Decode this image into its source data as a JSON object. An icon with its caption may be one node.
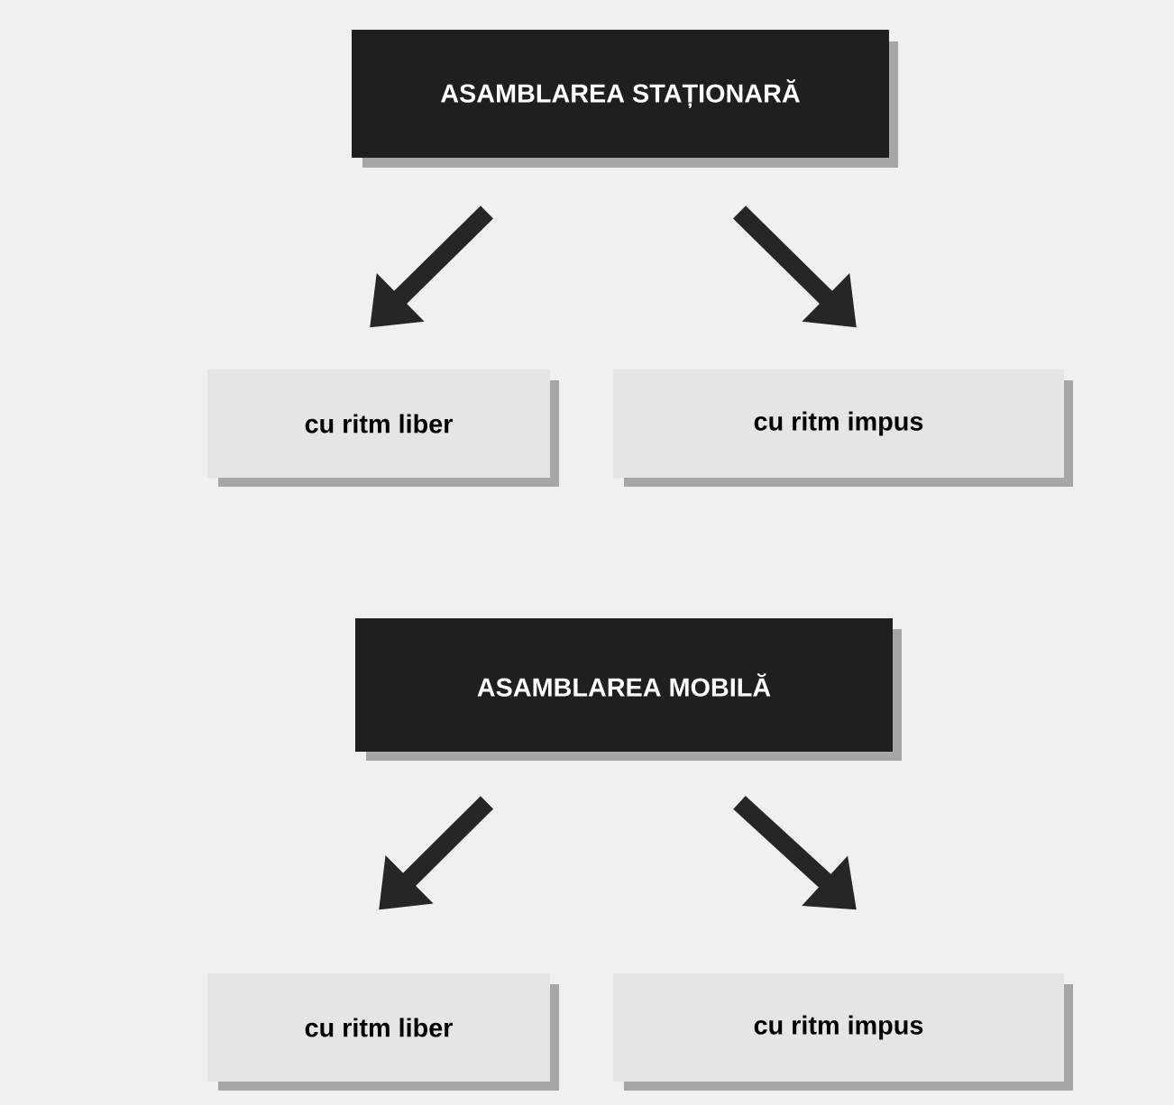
{
  "diagram": {
    "nodes": [
      {
        "text": [
          "ASAMBLAREA STAȚIONARĂ"
        ]
      },
      {
        "text": [
          "cu ritm liber"
        ]
      },
      {
        "text": [
          "cu ritm impus"
        ]
      },
      {
        "text": [
          "ASAMBLAREA MOBILĂ"
        ]
      },
      {
        "text": [
          "cu ritm liber"
        ]
      },
      {
        "text": [
          "cu ritm impus"
        ]
      }
    ],
    "edges": [
      {
        "from": 0,
        "to": 1,
        "arrow": "to"
      },
      {
        "from": 0,
        "to": 2,
        "arrow": "to"
      },
      {
        "from": 3,
        "to": 4,
        "arrow": "to"
      },
      {
        "from": 3,
        "to": 5,
        "arrow": "to"
      }
    ]
  }
}
